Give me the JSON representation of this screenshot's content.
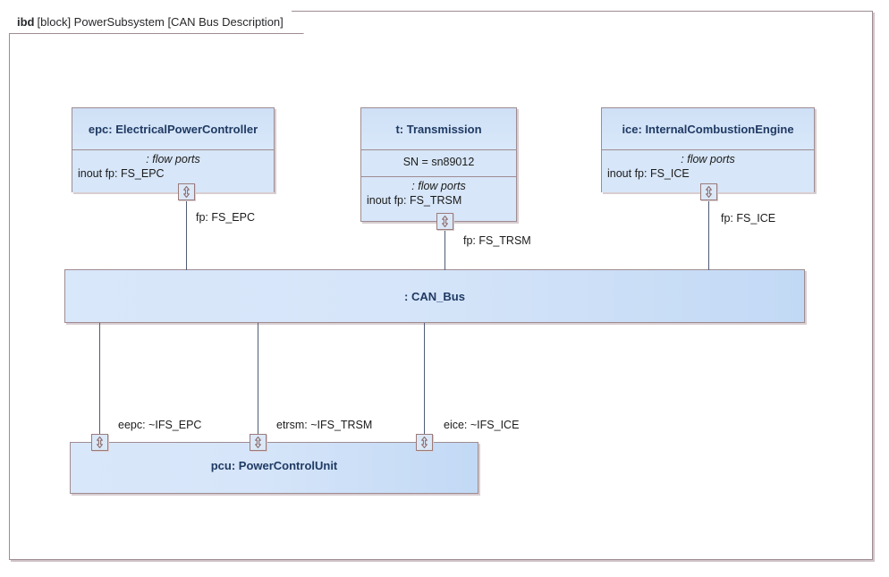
{
  "diagram": {
    "frame_label": {
      "kind": "ibd",
      "text": "[block] PowerSubsystem [CAN Bus Description]"
    }
  },
  "blocks": {
    "epc": {
      "title": "epc: ElectricalPowerController",
      "compartments": [
        {
          "stereotype": ": flow ports",
          "lines": [
            "inout fp: FS_EPC"
          ]
        }
      ]
    },
    "transmission": {
      "title": "t: Transmission",
      "value_line": "SN = sn89012",
      "compartments": [
        {
          "stereotype": ": flow ports",
          "lines": [
            "inout fp: FS_TRSM"
          ]
        }
      ]
    },
    "ice": {
      "title": "ice: InternalCombustionEngine",
      "compartments": [
        {
          "stereotype": ": flow ports",
          "lines": [
            "inout fp: FS_ICE"
          ]
        }
      ]
    },
    "canbus": {
      "title": ": CAN_Bus"
    },
    "pcu": {
      "title": "pcu: PowerControlUnit"
    }
  },
  "connectors": [
    {
      "name": "epc-to-canbus",
      "label": "fp: FS_EPC"
    },
    {
      "name": "transmission-to-canbus",
      "label": "fp: FS_TRSM"
    },
    {
      "name": "ice-to-canbus",
      "label": "fp: FS_ICE"
    },
    {
      "name": "canbus-to-pcu-epc",
      "label": "eepc: ~IFS_EPC"
    },
    {
      "name": "canbus-to-pcu-trsm",
      "label": "etrsm: ~IFS_TRSM"
    },
    {
      "name": "canbus-to-pcu-ice",
      "label": "eice: ~IFS_ICE"
    }
  ],
  "ports": {
    "icon": "flow-port-bidirectional-icon",
    "glyph": "双向箭头"
  },
  "colors": {
    "frame_border": "#9e8c91",
    "block_border": "#9e8c91",
    "block_fill": "#d7e6f8",
    "title_text": "#1f3a63",
    "connector": "#4f5b74",
    "port_border": "#9b7b7b",
    "port_fill": "#dbe8f8"
  }
}
